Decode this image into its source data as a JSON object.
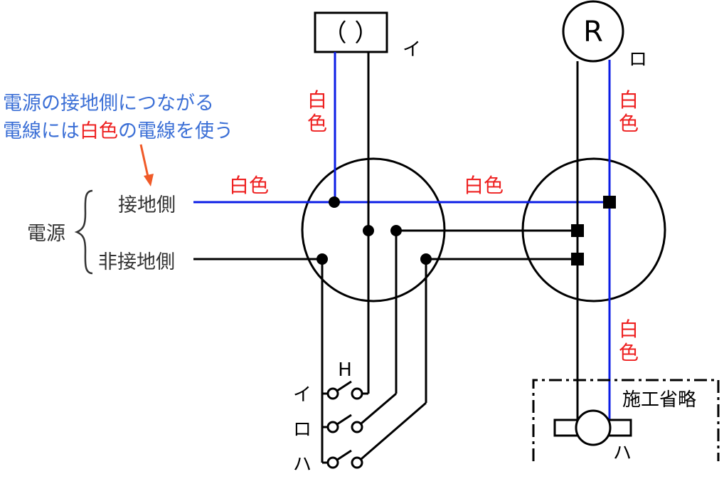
{
  "colors": {
    "blue": "#0b1de6",
    "red": "#ee2020",
    "black": "#000000",
    "note_blue": "#3b6fd6",
    "arrow": "#f05a28"
  },
  "labels": {
    "lamp_bracket": "（ ）",
    "lamp_i_tag": "イ",
    "receptacle_symbol": "R",
    "receptacle_ro_tag": "ロ",
    "white_top_left_1": "白",
    "white_top_left_2": "色",
    "white_top_right_1": "白",
    "white_top_right_2": "色",
    "white_bottom_right_1": "白",
    "white_bottom_right_2": "色",
    "white_mid_left": "白色",
    "white_mid_right": "白色",
    "note_line1": "電源の接地側につながる",
    "note_line2_a": "電線には",
    "note_line2_b": "白色",
    "note_line2_c": "の電線を使う",
    "power_source": "電源",
    "grounded_side": "接地側",
    "ungrounded_side": "非接地側",
    "switch_h": "H",
    "switch_i": "イ",
    "switch_ro": "ロ",
    "switch_ha": "ハ",
    "construction_omitted": "施工省略",
    "lamp_ha_tag": "ハ"
  }
}
